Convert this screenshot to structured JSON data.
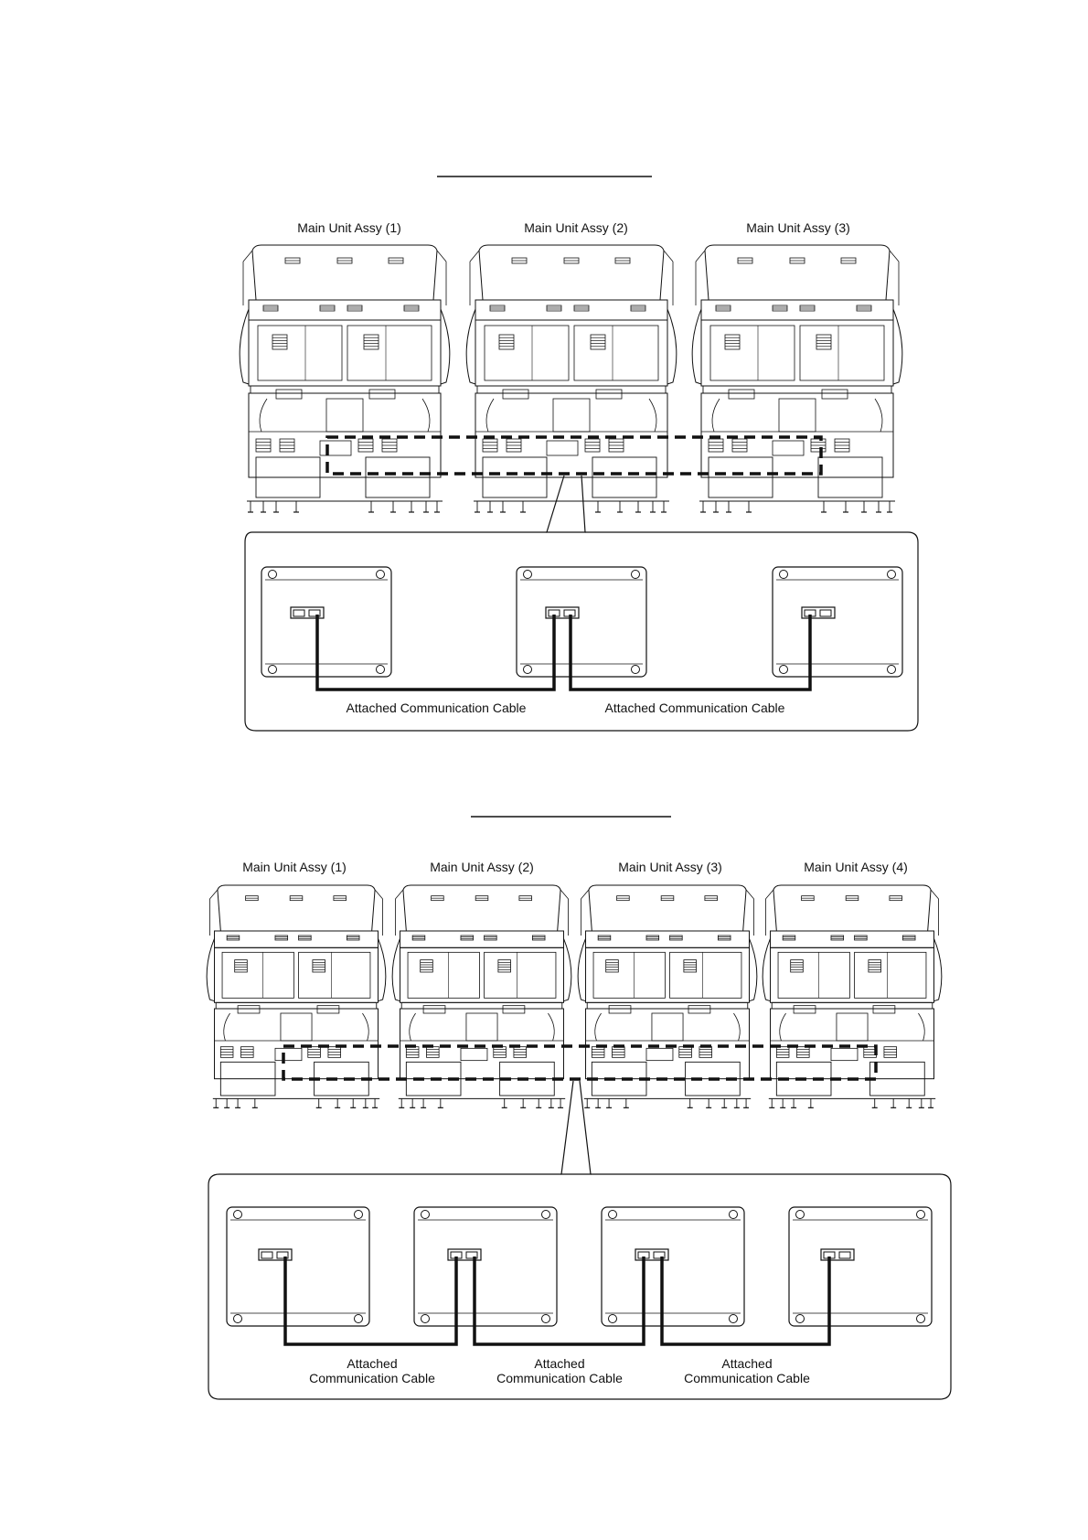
{
  "colors": {
    "line": "#111111",
    "background": "#ffffff"
  },
  "diagram1": {
    "unit_labels": [
      "Main Unit Assy (1)",
      "Main Unit Assy (2)",
      "Main Unit Assy (3)"
    ],
    "cable_labels": [
      "Attached Communication Cable",
      "Attached Communication Cable"
    ]
  },
  "diagram2": {
    "unit_labels": [
      "Main Unit Assy (1)",
      "Main Unit Assy (2)",
      "Main Unit Assy (3)",
      "Main Unit Assy (4)"
    ],
    "cable_labels": [
      {
        "line1": "Attached",
        "line2": "Communication Cable"
      },
      {
        "line1": "Attached",
        "line2": "Communication Cable"
      },
      {
        "line1": "Attached",
        "line2": "Communication Cable"
      }
    ]
  }
}
